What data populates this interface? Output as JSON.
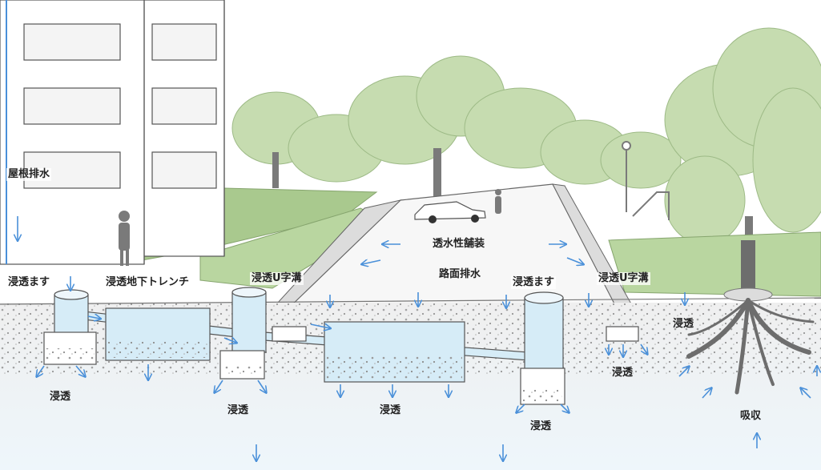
{
  "labels": {
    "roof_drainage": "屋根排水",
    "infiltration_inlet_left": "浸透ます",
    "infiltration_trench": "浸透地下トレンチ",
    "infiltration_u_gutter_left": "浸透U字溝",
    "permeable_pavement": "透水性舗装",
    "road_drainage": "路面排水",
    "infiltration_inlet_right": "浸透ます",
    "infiltration_u_gutter_right": "浸透U字溝",
    "infiltration": "浸透",
    "absorption": "吸収"
  },
  "colors": {
    "sky": "#ffffff",
    "tree_foliage": "#c6dcb0",
    "lawn": "#a9c98e",
    "soil": "#e9e9e9",
    "water": "#d6ecf7",
    "flow_arrow": "#4a90d9",
    "root": "#6d6d6d"
  }
}
